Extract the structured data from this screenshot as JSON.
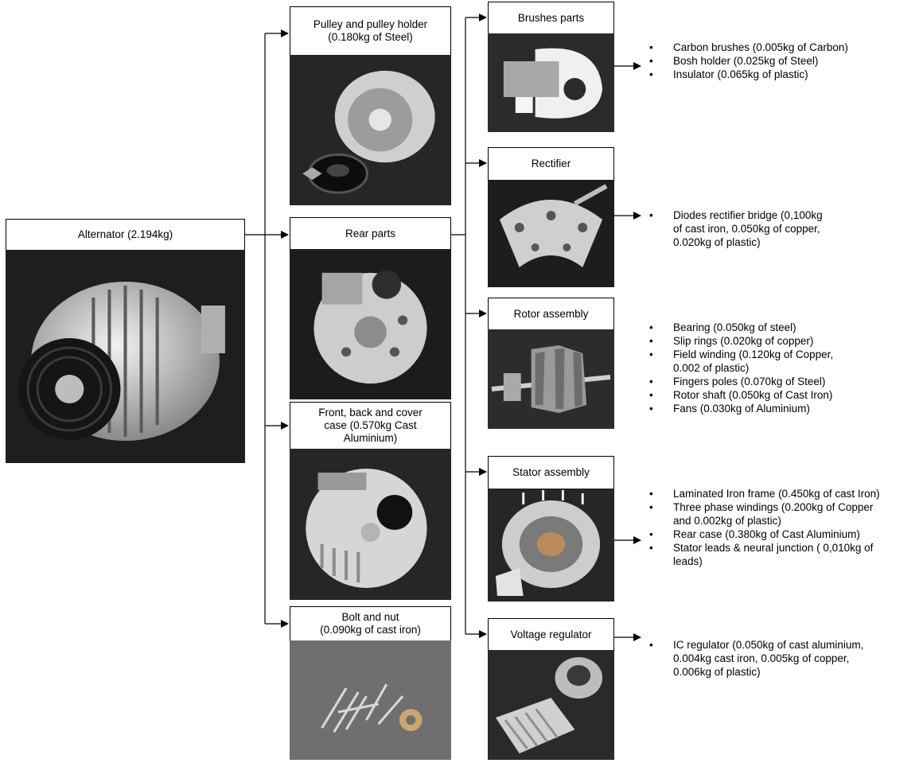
{
  "root": {
    "label": "Alternator (2.194kg)",
    "image": "alternator-photo"
  },
  "level1": [
    {
      "label_lines": [
        "Pulley and pulley holder",
        "(0.180kg of Steel)"
      ],
      "image": "pulley-photo"
    },
    {
      "label_lines": [
        "Rear parts"
      ],
      "image": "rear-parts-photo"
    },
    {
      "label_lines": [
        "Front, back and cover",
        "case (0.570kg Cast",
        "Aluminium)"
      ],
      "image": "case-photo"
    },
    {
      "label_lines": [
        "Bolt and nut",
        "(0.090kg of cast iron)"
      ],
      "image": "bolts-photo"
    }
  ],
  "level2": [
    {
      "label": "Brushes parts",
      "image": "brushes-photo",
      "items": [
        [
          "Carbon brushes (0.005kg of Carbon)"
        ],
        [
          "Bosh holder (0.025kg of  Steel)"
        ],
        [
          "Insulator (0.065kg of plastic)"
        ]
      ]
    },
    {
      "label": "Rectifier",
      "image": "rectifier-photo",
      "items": [
        [
          "Diodes rectifier bridge (0,100kg",
          "of cast iron, 0.050kg of copper,",
          "0.020kg of plastic)"
        ]
      ]
    },
    {
      "label": "Rotor assembly",
      "image": "rotor-photo",
      "items": [
        [
          "Bearing (0.050kg of  steel)"
        ],
        [
          "Slip rings (0.020kg of copper)"
        ],
        [
          "Field winding (0.120kg of Copper,",
          "0.002 of plastic)"
        ],
        [
          "Fingers poles (0.070kg of Steel)"
        ],
        [
          "Rotor shaft (0.050kg of Cast Iron)"
        ],
        [
          "Fans (0.030kg of Aluminium)"
        ]
      ]
    },
    {
      "label": "Stator assembly",
      "image": "stator-photo",
      "items": [
        [
          "Laminated Iron frame (0.450kg of cast Iron)"
        ],
        [
          "Three phase windings (0.200kg of Copper",
          "and 0.002kg of plastic)"
        ],
        [
          "Rear case (0.380kg of Cast Aluminium)"
        ],
        [
          "Stator leads & neural junction ( 0,010kg of",
          "leads)"
        ]
      ]
    },
    {
      "label": "Voltage regulator",
      "image": "regulator-photo",
      "items": [
        [
          "IC regulator (0.050kg of cast aluminium,",
          "0.004kg cast iron, 0.005kg of copper,",
          "0.006kg of plastic)"
        ]
      ]
    }
  ],
  "bullet_char": "•",
  "colors": {
    "line": "#000000",
    "photo_bg": "#2a2a2a",
    "metal": "#c8c8c8"
  }
}
